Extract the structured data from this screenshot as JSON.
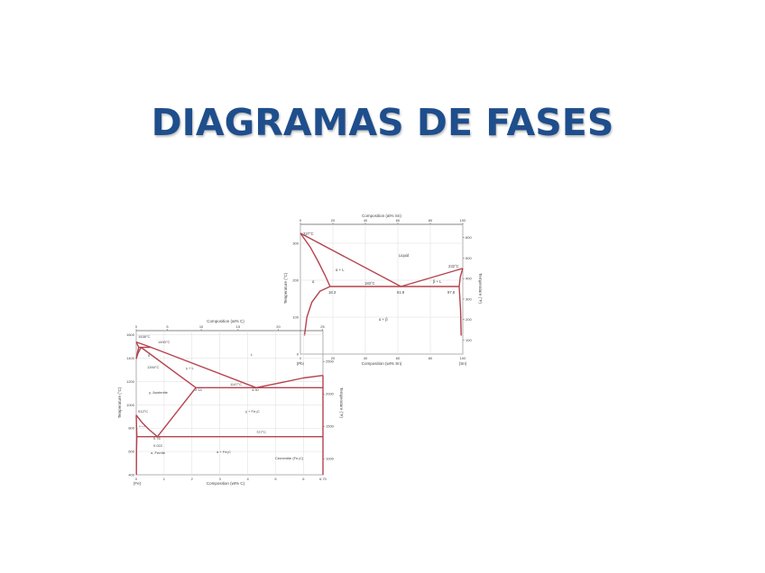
{
  "slide": {
    "title": "DIAGRAMAS DE FASES",
    "title_color": "#1f4e8c"
  },
  "line_color": "#b5434f",
  "pbsn": {
    "top_axis_label": "Composition (at% Sn)",
    "bottom_axis_label": "Composition (wt% Sn)",
    "left_axis_label": "Temperature (°C)",
    "right_axis_label": "Temperature (°F)",
    "left_end": "(Pb)",
    "right_end": "(Sn)",
    "x_ticks": [
      0,
      20,
      40,
      60,
      80,
      100
    ],
    "top_ticks": [
      0,
      20,
      40,
      60,
      80,
      100
    ],
    "y_ticks_c": [
      0,
      100,
      200,
      300
    ],
    "y_ticks_f": [
      100,
      200,
      300,
      400,
      500,
      600
    ],
    "labels": {
      "t327": "327°C",
      "t232": "232°C",
      "t183": "183°C",
      "liquid": "Liquid",
      "a_l": "α + L",
      "b_l": "β + L",
      "alpha": "α",
      "a_b": "α + β",
      "c183": "18.3",
      "c619": "61.9",
      "c978": "97.8"
    },
    "curves": [
      {
        "name": "liquidus",
        "points": [
          [
            0,
            327
          ],
          [
            61.9,
            183
          ],
          [
            100,
            232
          ]
        ]
      },
      {
        "name": "alpha-solidus",
        "points": [
          [
            0,
            327
          ],
          [
            6,
            290
          ],
          [
            11,
            250
          ],
          [
            15,
            215
          ],
          [
            18.3,
            183
          ]
        ]
      },
      {
        "name": "alpha-solvus",
        "points": [
          [
            18.3,
            183
          ],
          [
            12,
            170
          ],
          [
            7,
            140
          ],
          [
            4,
            100
          ],
          [
            2.5,
            50
          ]
        ]
      },
      {
        "name": "eutectic-isotherm",
        "points": [
          [
            18.3,
            183
          ],
          [
            97.8,
            183
          ]
        ]
      },
      {
        "name": "beta-solidus",
        "points": [
          [
            100,
            232
          ],
          [
            98.5,
            210
          ],
          [
            97.8,
            183
          ]
        ]
      },
      {
        "name": "beta-solvus",
        "points": [
          [
            97.8,
            183
          ],
          [
            98.6,
            120
          ],
          [
            99,
            50
          ]
        ]
      }
    ]
  },
  "fec": {
    "top_axis_label": "Composition (at% C)",
    "bottom_axis_label": "Composition (wt% C)",
    "left_axis_label": "Temperature (°C)",
    "right_axis_label": "Temperature (°F)",
    "left_end": "(Fe)",
    "x_ticks": [
      "0",
      "1",
      "2",
      "3",
      "4",
      "5",
      "6",
      "6.70"
    ],
    "top_ticks": [
      0,
      5,
      10,
      15,
      20,
      25
    ],
    "y_ticks_c": [
      400,
      600,
      800,
      1000,
      1200,
      1400,
      1600
    ],
    "y_ticks_f": [
      1000,
      1500,
      2000,
      2500
    ],
    "labels": {
      "t1538": "1538°C",
      "t1493": "1493°C",
      "t1394": "1394°C",
      "t1147": "1147°C",
      "t912": "912°C",
      "t727": "727°C",
      "delta": "δ",
      "g_l": "γ + L",
      "L": "L",
      "austenite": "γ, Austenite",
      "g_fe3c": "γ + Fe₃C",
      "c214": "2.14",
      "c430": "4.30",
      "c076": "0.76",
      "c0022": "0.022",
      "ferrite": "α, Ferrite",
      "a_fe3c": "α + Fe₃C",
      "cementite": "Cementite (Fe₃C)",
      "a_g": "α + γ"
    },
    "curves": [
      {
        "name": "liquidus",
        "points": [
          [
            0,
            1538
          ],
          [
            0.53,
            1493
          ],
          [
            4.3,
            1147
          ]
        ]
      },
      {
        "name": "liquidus-cementite",
        "points": [
          [
            4.3,
            1147
          ],
          [
            5.2,
            1190
          ],
          [
            6.0,
            1230
          ],
          [
            6.7,
            1252
          ]
        ]
      },
      {
        "name": "delta-boundary",
        "points": [
          [
            0,
            1538
          ],
          [
            0.09,
            1493
          ],
          [
            0.04,
            1440
          ],
          [
            0,
            1394
          ]
        ]
      },
      {
        "name": "peritectic",
        "points": [
          [
            0.09,
            1493
          ],
          [
            0.53,
            1493
          ]
        ]
      },
      {
        "name": "gamma-delta",
        "points": [
          [
            0.17,
            1493
          ],
          [
            0.06,
            1440
          ],
          [
            0,
            1394
          ]
        ]
      },
      {
        "name": "solidus",
        "points": [
          [
            0.17,
            1493
          ],
          [
            2.14,
            1147
          ]
        ]
      },
      {
        "name": "eutectic-isotherm",
        "points": [
          [
            2.14,
            1147
          ],
          [
            6.7,
            1147
          ]
        ]
      },
      {
        "name": "acm",
        "points": [
          [
            2.14,
            1147
          ],
          [
            0.76,
            727
          ]
        ]
      },
      {
        "name": "a3",
        "points": [
          [
            0,
            912
          ],
          [
            0.2,
            850
          ],
          [
            0.45,
            790
          ],
          [
            0.76,
            727
          ]
        ]
      },
      {
        "name": "eutectoid-isotherm",
        "points": [
          [
            0.022,
            727
          ],
          [
            6.7,
            727
          ]
        ]
      },
      {
        "name": "alpha-boundary",
        "points": [
          [
            0,
            912
          ],
          [
            0.022,
            727
          ]
        ]
      },
      {
        "name": "alpha-solvus",
        "points": [
          [
            0.022,
            727
          ],
          [
            0.01,
            600
          ],
          [
            0.005,
            400
          ]
        ]
      },
      {
        "name": "cementite-line",
        "points": [
          [
            6.7,
            400
          ],
          [
            6.7,
            1252
          ]
        ]
      }
    ]
  }
}
